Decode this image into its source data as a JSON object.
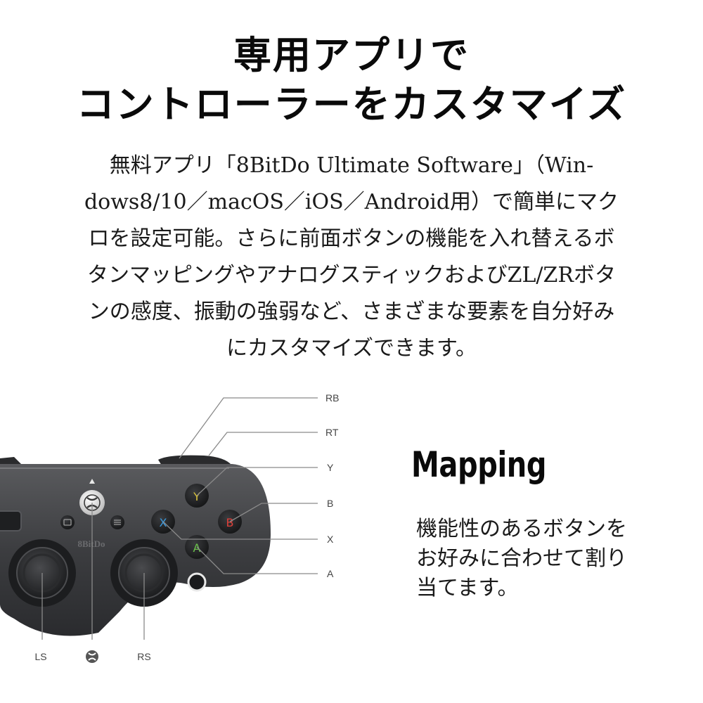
{
  "headline": {
    "line1": "専用アプリで",
    "line2": "コントローラーをカスタマイズ"
  },
  "body_lines": [
    "無料アプリ「8BitDo Ultimate Software」（Win-",
    "dows8/10／macOS／iOS／Android用）で簡単にマク",
    "ロを設定可能。さらに前面ボタンの機能を入れ替えるボ",
    "タンマッピングやアナログスティックおよびZL/ZRボタ",
    "ンの感度、振動の強弱など、さまざまな要素を自分好み",
    "にカスタマイズできます。"
  ],
  "controller": {
    "brand": "8BitDo",
    "face_buttons": {
      "y": "Y",
      "b": "B",
      "x": "X",
      "a": "A"
    },
    "button_colors": {
      "y": "#d9c23a",
      "b": "#e0403a",
      "x": "#3a9be0",
      "a": "#6ac24a"
    },
    "callouts": {
      "rb": "RB",
      "rt": "RT",
      "y": "Y",
      "b": "B",
      "x": "X",
      "a": "A",
      "ls": "LS",
      "rs": "RS"
    },
    "xbox_icon": "xbox-logo-icon"
  },
  "mapping": {
    "title": "Mapping",
    "desc_lines": [
      "機能性のあるボタンを",
      "お好みに合わせて割り",
      "当てます。"
    ]
  }
}
